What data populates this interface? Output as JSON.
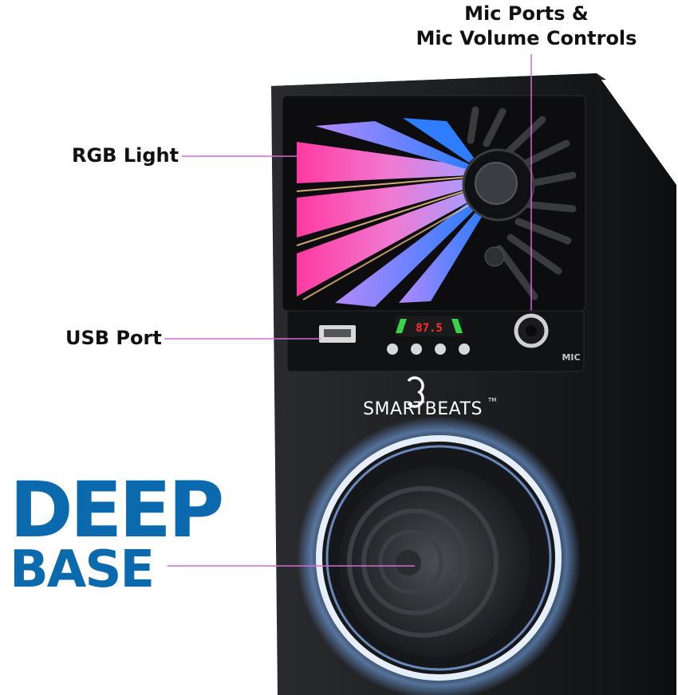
{
  "callouts": {
    "mic": [
      "Mic Ports &",
      "Mic Volume Controls"
    ],
    "rgb": "RGB Light",
    "usb": "USB Port"
  },
  "headline": {
    "line1": "DEEP",
    "line2": "BASE"
  },
  "product": {
    "brand": "SMARTBEATS",
    "trademark": "TM",
    "display_readout": "87.5",
    "mic_jack_label": "MIC"
  },
  "colors": {
    "headline": "#0a6aad",
    "callout_line": "#d66bd6",
    "rgb_pink": "#ff4fb0",
    "rgb_blue": "#3f86ff",
    "speaker_glow": "#7fb6ff",
    "cabinet": "#1b1c1e"
  }
}
